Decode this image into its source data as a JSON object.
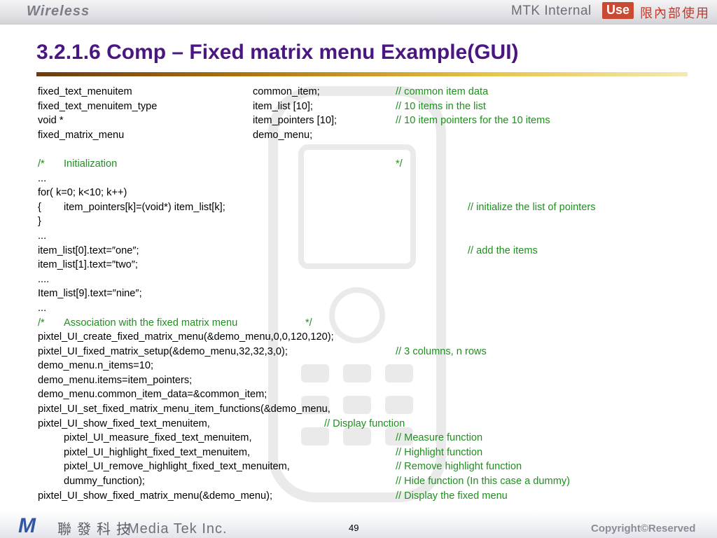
{
  "header": {
    "brand": "Wireless",
    "internal_label": "MTK Internal",
    "use_badge": "Use",
    "cn_use": "限內部使用"
  },
  "title": "3.2.1.6 Comp – Fixed matrix menu Example(GUI)",
  "colors": {
    "title": "#4a1682",
    "comment": "#1f8f1f",
    "rule_start": "#6a3a12",
    "rule_end": "#f3e9b4"
  },
  "code_lines": [
    {
      "c1": "fixed_text_menuitem",
      "c2": "common_item;",
      "c3": "// common item data"
    },
    {
      "c1": "fixed_text_menuitem_type",
      "c2": "item_list [10];",
      "c3": "// 10 items in the list"
    },
    {
      "c1": "void *",
      "c2": "item_pointers [10];",
      "c3": "// 10 item pointers for the 10 items"
    },
    {
      "c1": "fixed_matrix_menu",
      "c2": "demo_menu;",
      "c3": ""
    },
    {
      "blank": "true"
    },
    {
      "c1": "/*",
      "c1b": "Initialization",
      "c3": "*/",
      "c1green": "true",
      "c3green": "true"
    },
    {
      "c1": "..."
    },
    {
      "c1": "for( k=0; k<10; k++)"
    },
    {
      "c1": "{",
      "c1b": "item_pointers[k]=(void*) item_list[k];",
      "c4": "// initialize the list of pointers"
    },
    {
      "c1": "}"
    },
    {
      "c1": "..."
    },
    {
      "c1": "item_list[0].text=″one″;",
      "c4": "// add the items"
    },
    {
      "c1": "item_list[1].text=″two″;"
    },
    {
      "c1": "...."
    },
    {
      "c1": "Item_list[9].text=″nine″;"
    },
    {
      "c1": "..."
    },
    {
      "c1": "/*",
      "c1b": "Association with the fixed matrix menu",
      "c2b": "*/",
      "c1green": "true"
    },
    {
      "c1": "pixtel_UI_create_fixed_matrix_menu(&demo_menu,0,0,120,120);"
    },
    {
      "c1": "pixtel_UI_fixed_matrix_setup(&demo_menu,32,32,3,0);",
      "c3": "// 3 columns, n rows"
    },
    {
      "c1": "demo_menu.n_items=10;"
    },
    {
      "c1": "demo_menu.items=item_pointers;"
    },
    {
      "c1": "demo_menu.common_item_data=&common_item;"
    },
    {
      "c1": "pixtel_UI_set_fixed_matrix_menu_item_functions(&demo_menu,"
    },
    {
      "c1": "pixtel_UI_show_fixed_text_menuitem,",
      "c2c": "// Display function"
    },
    {
      "c1b": "pixtel_UI_measure_fixed_text_menuitem,",
      "c3": "// Measure function"
    },
    {
      "c1b": "pixtel_UI_highlight_fixed_text_menuitem,",
      "c3": "// Highlight function"
    },
    {
      "c1b": "pixtel_UI_remove_highlight_fixed_text_menuitem,",
      "c3": "// Remove highlight function"
    },
    {
      "c1b": "dummy_function);",
      "c3": "// Hide function (In this case a dummy)"
    },
    {
      "c1": "pixtel_UI_show_fixed_matrix_menu(&demo_menu);",
      "c3": "// Display the fixed menu"
    }
  ],
  "footer": {
    "logo_letter": "M",
    "cn_company": "聯發科技",
    "company": "Media Tek Inc.",
    "page_number": "49",
    "copyright": "Copyright©Reserved"
  }
}
